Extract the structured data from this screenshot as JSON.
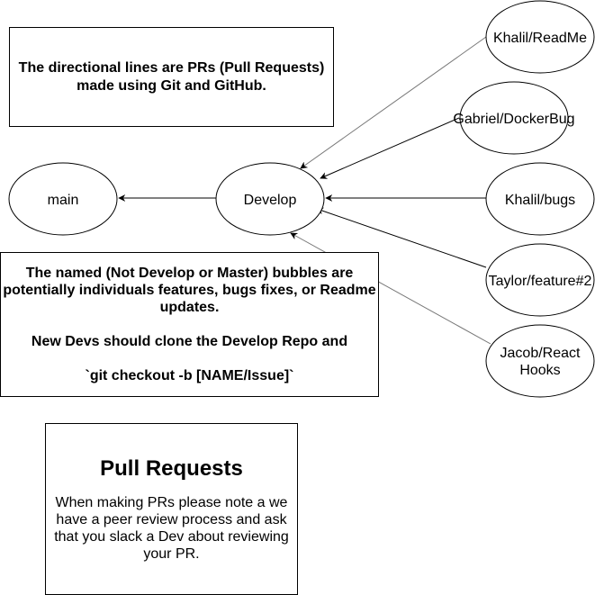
{
  "info_top": {
    "text": "The directional lines are PRs (Pull Requests) made using Git and GitHub."
  },
  "info_mid": {
    "line1": "The named (Not Develop or Master) bubbles are potentially individuals features, bugs fixes, or Readme updates.",
    "line2": "New Devs should clone the Develop Repo and",
    "line3": "`git checkout -b [NAME/Issue]`"
  },
  "pull_requests": {
    "title": "Pull Requests",
    "body": "When making PRs please note a we have a peer review process and ask that you slack a Dev about reviewing your PR."
  },
  "nodes": {
    "main": "main",
    "develop": "Develop",
    "khalil_readme": "Khalil/ReadMe",
    "gabriel_dockerbug": "Gabriel/DockerBug",
    "khalil_bugs": "Khalil/bugs",
    "taylor_feature": "Taylor/feature#2",
    "jacob_react_line1": "Jacob/React",
    "jacob_react_line2": "Hooks"
  }
}
